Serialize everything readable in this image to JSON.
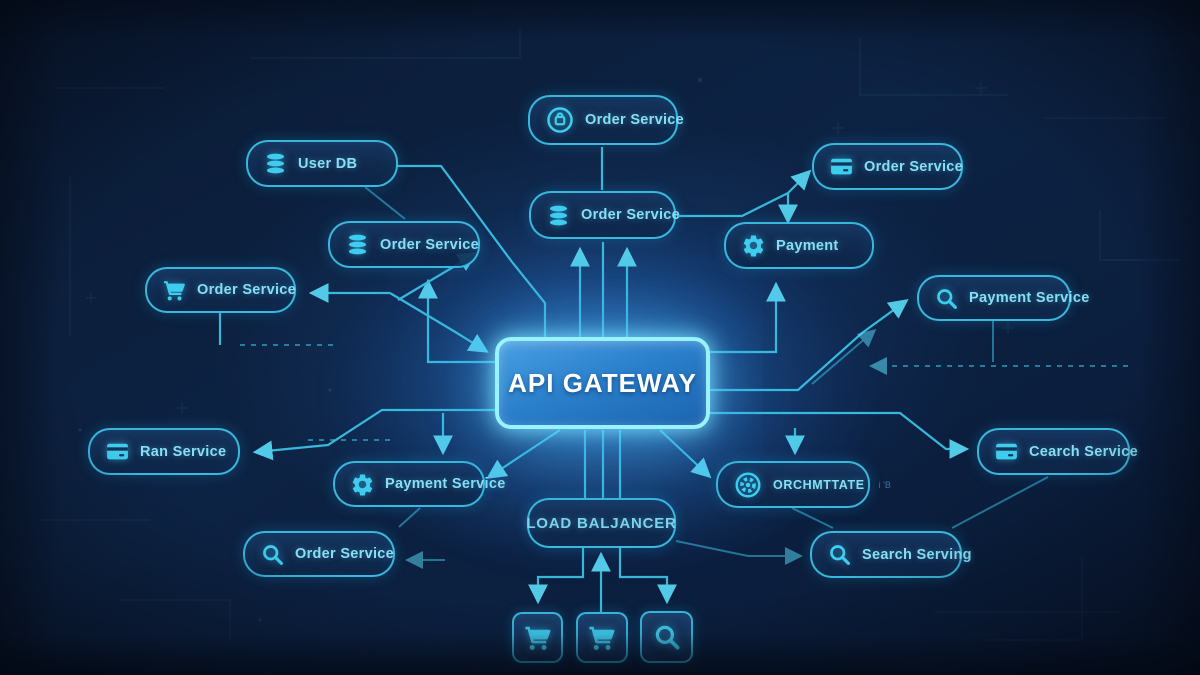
{
  "diagram": {
    "gateway": {
      "label": "API GATEWAY"
    },
    "load_balancer": {
      "label": "LOAD BALJANCER"
    },
    "nodes": [
      {
        "id": "order-service-top",
        "icon": "order-circle-icon",
        "label": "Order Service"
      },
      {
        "id": "order-service-db-upper",
        "icon": "database-icon",
        "label": "Order Service"
      },
      {
        "id": "user-db",
        "icon": "database-icon",
        "label": "User DB"
      },
      {
        "id": "order-service-db-left",
        "icon": "database-icon",
        "label": "Order Service"
      },
      {
        "id": "order-service-cart",
        "icon": "cart-icon",
        "label": "Order Service"
      },
      {
        "id": "ran-service",
        "icon": "credit-card-icon",
        "label": "Ran Service"
      },
      {
        "id": "payment-service-left",
        "icon": "gear-icon",
        "label": "Payment Service"
      },
      {
        "id": "order-service-search",
        "icon": "search-icon",
        "label": "Order Service"
      },
      {
        "id": "order-service-card",
        "icon": "credit-card-icon",
        "label": "Order Service"
      },
      {
        "id": "payment",
        "icon": "gear-icon",
        "label": "Payment"
      },
      {
        "id": "payment-service-search",
        "icon": "search-icon",
        "label": "Payment Service"
      },
      {
        "id": "cearch-service",
        "icon": "credit-card-icon",
        "label": "Cearch Service"
      },
      {
        "id": "orchestrate",
        "icon": "gear-ring-icon",
        "label": "ORCHMTTATE",
        "suffix": "i 'B"
      },
      {
        "id": "search-serving",
        "icon": "search-icon",
        "label": "Search Serving"
      }
    ],
    "bottom_icons": [
      {
        "icon": "cart-icon"
      },
      {
        "icon": "cart-icon"
      },
      {
        "icon": "search-icon"
      }
    ],
    "colors": {
      "background": "#0c2040",
      "accent_cyan": "#3ecdef",
      "node_border": "#3ec8eb",
      "node_text": "#87dff3",
      "wire": "#3cc9ec",
      "gateway_border": "#97f3ff",
      "gateway_fill_top": "#4aa0e2",
      "gateway_fill_bottom": "#1c64b0",
      "gateway_text": "#ffffff"
    }
  }
}
